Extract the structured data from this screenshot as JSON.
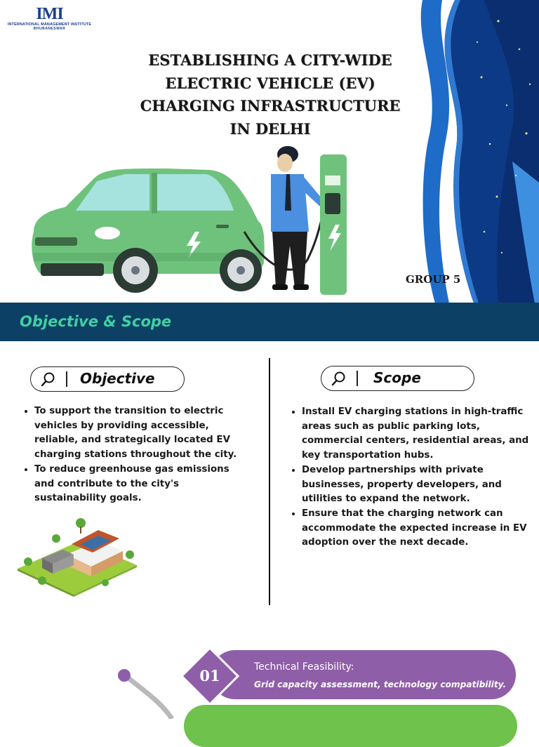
{
  "logo": {
    "mark": "IMI",
    "line1": "INTERNATIONAL MANAGEMENT INSTITUTE",
    "line2": "BHUBANESWAR"
  },
  "title": {
    "lines": [
      "ESTABLISHING A CITY-WIDE",
      "ELECTRIC VEHICLE (EV)",
      "CHARGING INFRASTRUCTURE",
      "IN DELHI"
    ]
  },
  "group": "GROUP 5",
  "section": {
    "title": "Objective & Scope"
  },
  "objective": {
    "label": "Objective",
    "icon": "search-icon",
    "bullets": [
      "To support the transition to electric vehicles by providing accessible, reliable, and strategically located EV charging stations throughout the city.",
      "To reduce greenhouse gas emissions and contribute to the city's sustainability goals."
    ]
  },
  "scope": {
    "label": "Scope",
    "icon": "search-icon",
    "bullets": [
      "Install EV charging stations in high-traffic areas such as public parking lots, commercial centers, residential areas, and key transportation hubs.",
      "Develop partnerships with private businesses, property developers, and utilities to expand the network.",
      "Ensure that the charging network can accommodate the expected increase in EV adoption over the next decade."
    ]
  },
  "steps": [
    {
      "number": "01",
      "heading": "Technical Feasibility:",
      "detail": "Grid capacity assessment, technology compatibility."
    }
  ],
  "colors": {
    "band": "#0c4064",
    "band_text": "#3fd1a4",
    "car": "#6fc27c",
    "step_purple": "#8f5ea9",
    "step_green": "#6fc24b",
    "wave_blue": "#1257a8"
  }
}
